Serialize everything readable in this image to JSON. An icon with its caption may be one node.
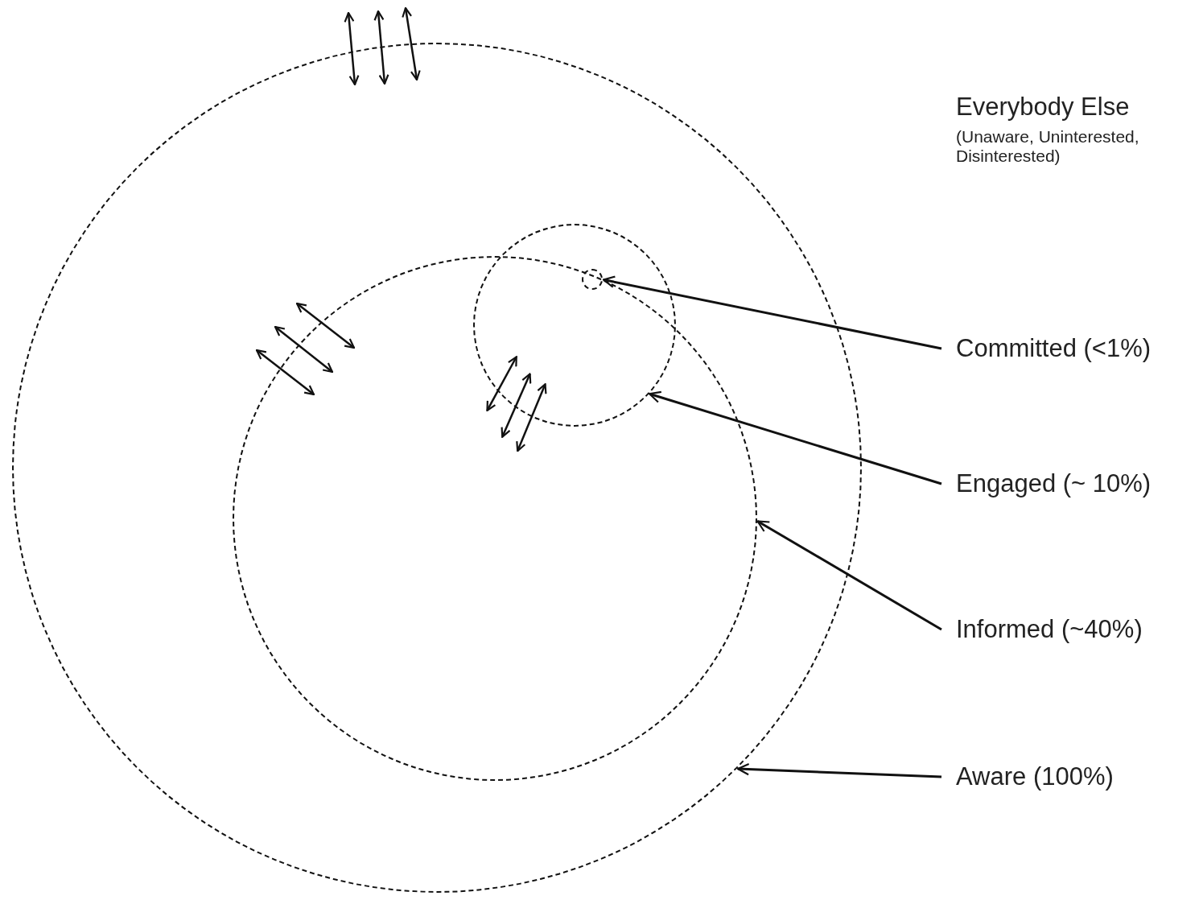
{
  "diagram": {
    "nodes": [
      {
        "text": [],
        "shape": "circle"
      },
      {
        "text": [],
        "shape": "circle",
        "in": 0
      },
      {
        "text": [],
        "shape": "circle",
        "in": 0
      },
      {
        "text": [],
        "shape": "circle",
        "in": 2
      },
      {
        "text": [
          "Committed (<1%)"
        ]
      },
      {
        "text": [
          "Engaged (~ 10%)"
        ]
      },
      {
        "text": [
          "Informed (~40%)"
        ]
      },
      {
        "text": [
          "Aware (100%)"
        ]
      }
    ],
    "edges": [
      {
        "from": 4,
        "to": 3,
        "arrow": "to"
      },
      {
        "from": 5,
        "to": 2,
        "arrow": "to"
      },
      {
        "from": 6,
        "to": 1,
        "arrow": "to"
      },
      {
        "from": 7,
        "to": 0,
        "arrow": "to"
      },
      {
        "from": 1,
        "to": 2,
        "arrow": "both"
      },
      {
        "from": 1,
        "to": 2,
        "arrow": "both"
      },
      {
        "from": 1,
        "to": 2,
        "arrow": "both"
      }
    ],
    "labels": [
      "Everybody Else",
      "(Unaware, Uninterested, Disinterested)"
    ]
  }
}
